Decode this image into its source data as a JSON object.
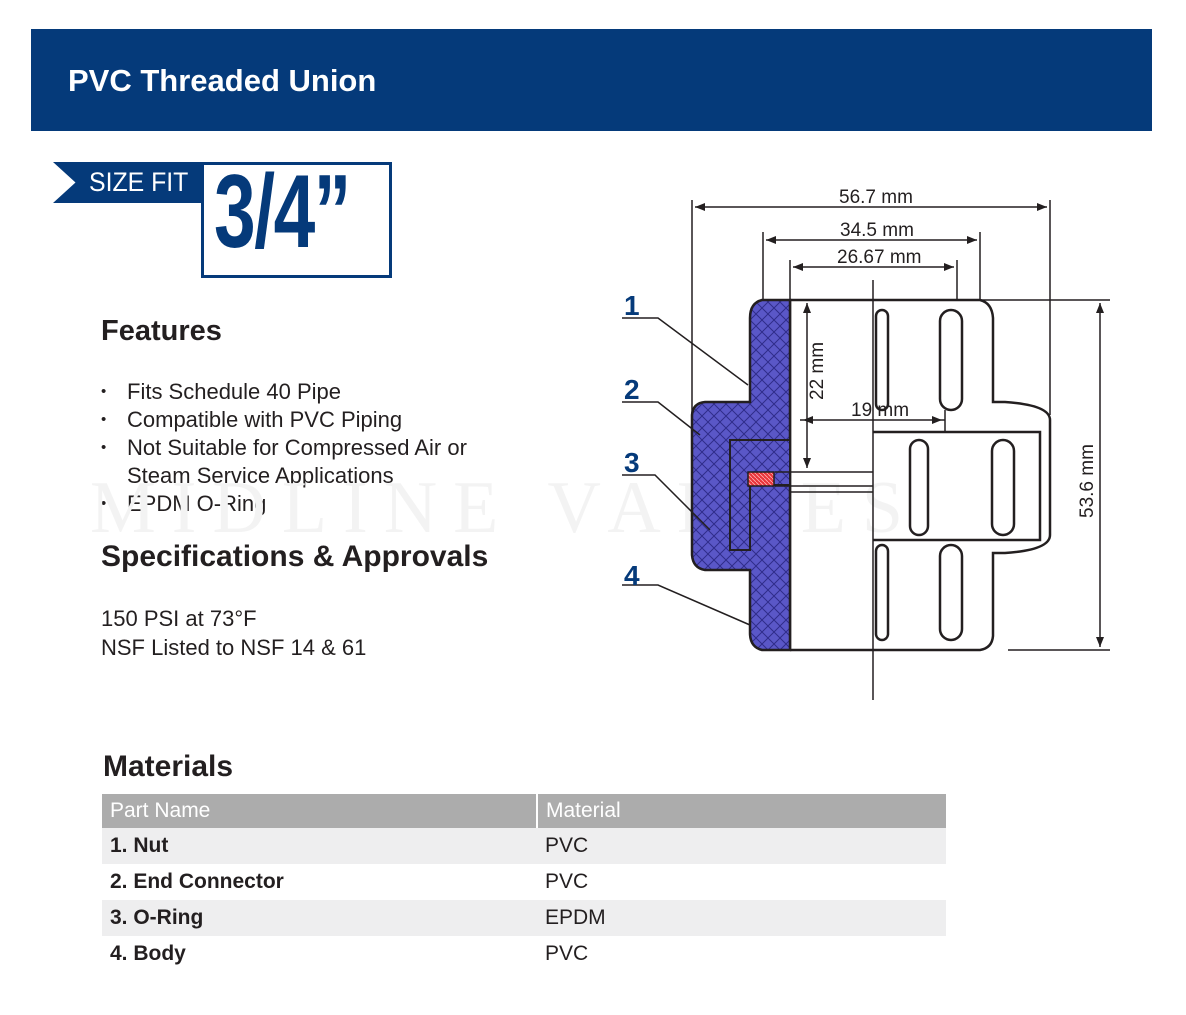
{
  "header": {
    "title": "PVC Threaded Union"
  },
  "size_fit": {
    "label": "SIZE FIT",
    "value": "3/4”"
  },
  "features": {
    "title": "Features",
    "items": [
      "Fits Schedule 40 Pipe",
      "Compatible with PVC Piping",
      "Not Suitable for Compressed Air or Steam Service Applications",
      "EPDM O-Ring"
    ]
  },
  "specifications": {
    "title": "Specifications & Approvals",
    "lines": [
      "150 PSI at 73°F",
      "NSF Listed to NSF 14 & 61"
    ]
  },
  "diagram": {
    "dimensions": {
      "overall_length": "56.7 mm",
      "body_length": "34.5 mm",
      "socket_depth": "26.67 mm",
      "socket_radius": "22 mm",
      "inner_length": "19 mm",
      "overall_height": "53.6 mm"
    },
    "callouts": [
      "1",
      "2",
      "3",
      "4"
    ],
    "watermark": "MIDLINE VALVES",
    "colors": {
      "body_fill": "#5a57c7",
      "oring": "#e8343a",
      "outline": "#231f20"
    }
  },
  "materials": {
    "title": "Materials",
    "headers": [
      "Part Name",
      "Material"
    ],
    "rows": [
      {
        "part": "1. Nut",
        "material": "PVC"
      },
      {
        "part": "2. End Connector",
        "material": "PVC"
      },
      {
        "part": "3. O-Ring",
        "material": "EPDM"
      },
      {
        "part": "4. Body",
        "material": "PVC"
      }
    ]
  },
  "colors": {
    "brand_blue": "#053a7a",
    "table_header": "#acacac",
    "row_alt": "#eeeeef"
  }
}
